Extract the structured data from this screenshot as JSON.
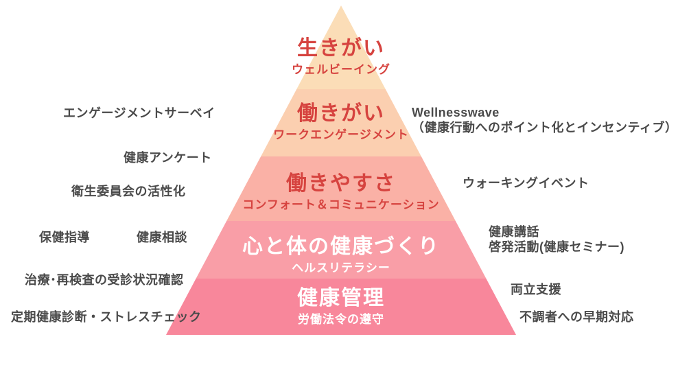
{
  "pyramid": {
    "levels": [
      {
        "title": "生きがい",
        "subtitle": "ウェルビーイング",
        "color": "#FBDDB7",
        "text_color": "#D6433F"
      },
      {
        "title": "働きがい",
        "subtitle": "ワークエンゲージメント",
        "color": "#FBCFB0",
        "text_color": "#D6433F"
      },
      {
        "title": "働きやすさ",
        "subtitle": "コンフォート＆コミュニケーション",
        "color": "#FAB1A6",
        "text_color": "#D6433F"
      },
      {
        "title": "心と体の健康づくり",
        "subtitle": "ヘルスリテラシー",
        "color": "#F99EA7",
        "text_color": "#FFFFFF"
      },
      {
        "title": "健康管理",
        "subtitle": "労働法令の遵守",
        "color": "#F8879B",
        "text_color": "#FFFFFF"
      }
    ]
  },
  "left_annotations": {
    "engagement_survey": "エンゲージメントサーベイ",
    "health_questionnaire": "健康アンケート",
    "safety_committee": "衛生委員会の活性化",
    "health_guidance": "保健指導",
    "health_consultation": "健康相談",
    "treatment_followup": "治療･再検査の受診状況確認",
    "periodic_checkup": "定期健康診断・ストレスチェック"
  },
  "right_annotations": {
    "wellnesswave": "Wellnesswave",
    "wellnesswave_detail": "（健康行動へのポイント化とインセンティブ）",
    "walking_event": "ウォーキングイベント",
    "health_lecture": "健康講話",
    "awareness_activity": "啓発活動(健康セミナー)",
    "work_life_support": "両立支援",
    "early_response": "不調者への早期対応"
  },
  "colors": {
    "label_text": "#4A4A4A",
    "background": "#FFFFFF"
  }
}
